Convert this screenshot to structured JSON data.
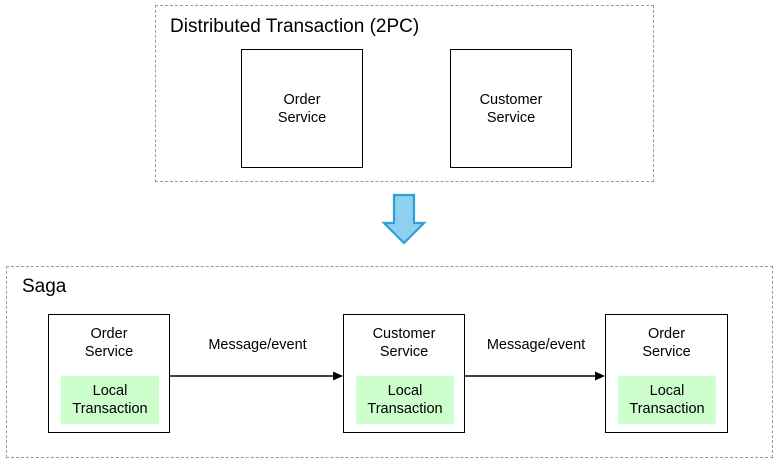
{
  "diagram": {
    "title_top": "Distributed Transaction (2PC)",
    "title_bottom": "Saga",
    "colors": {
      "group_border": "#9a9a9a",
      "box_border": "#000000",
      "local_transaction_fill": "#ccffcc",
      "arrow_fill": "#8fd0f0",
      "arrow_stroke": "#2d9fd9",
      "background": "#ffffff",
      "text": "#000000"
    }
  },
  "two_pc": {
    "title": "Distributed Transaction (2PC)",
    "services": [
      {
        "name": "Order\nService"
      },
      {
        "name": "Customer\nService"
      }
    ]
  },
  "transition": {
    "arrow_name": "down-arrow-icon",
    "direction": "down"
  },
  "saga": {
    "title": "Saga",
    "services": [
      {
        "name": "Order\nService",
        "local_transaction": "Local\nTransaction"
      },
      {
        "name": "Customer\nService",
        "local_transaction": "Local\nTransaction"
      },
      {
        "name": "Order\nService",
        "local_transaction": "Local\nTransaction"
      }
    ],
    "edges": [
      {
        "label": "Message/event"
      },
      {
        "label": "Message/event"
      }
    ]
  }
}
